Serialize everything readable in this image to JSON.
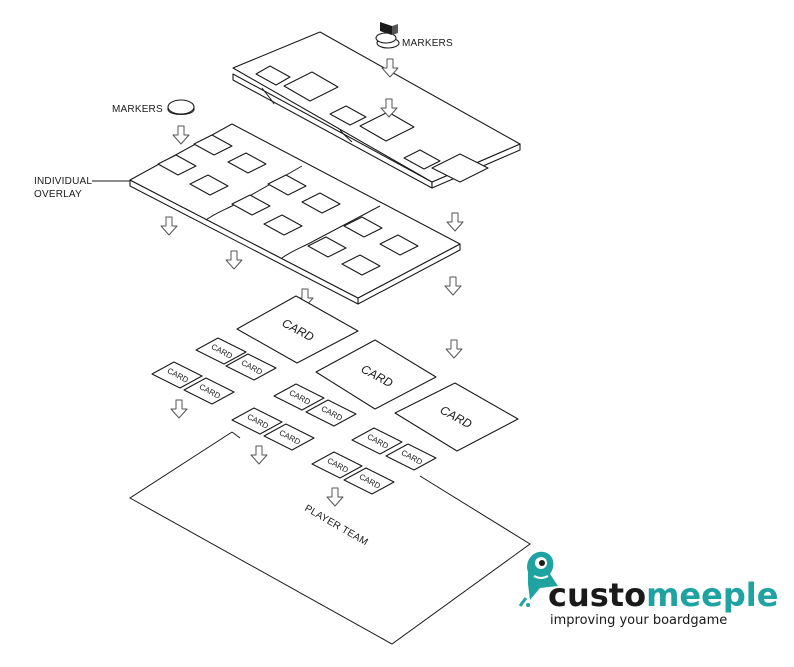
{
  "labels": {
    "markers_top": "MARKERS",
    "markers_left": "MARKERS",
    "individual_overlay_line1": "INDIVIDUAL",
    "individual_overlay_line2": "OVERLAY",
    "card": "CARD",
    "player_team": "PLAYER TEAM"
  },
  "brand": {
    "name_part1": "custo",
    "name_part2": "meeple",
    "tagline": "improving your boardgame",
    "colors": {
      "dark": "#1a1a1a",
      "teal": "#1fa3a0"
    },
    "logo_icon": "meeple-mascot-icon"
  }
}
